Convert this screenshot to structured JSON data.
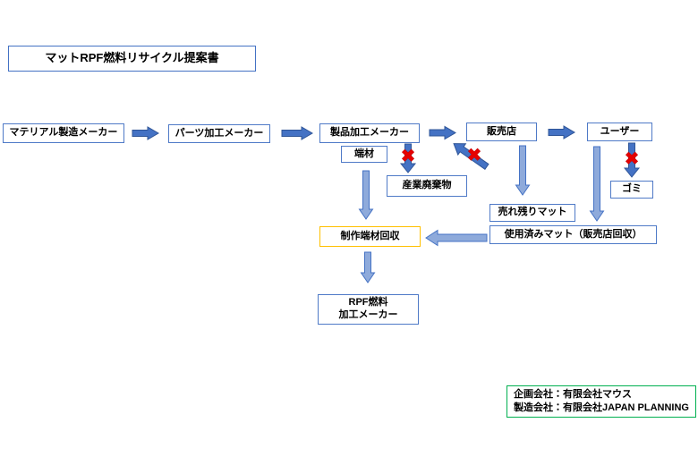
{
  "title": "マットRPF燃料リサイクル提案書",
  "colors": {
    "accent_blue": "#4472C4",
    "accent_blue_dark": "#2F5597",
    "light_arrow": "#8EAADB",
    "box_border": "#4f7ac7",
    "highlight_orange": "#FFC000",
    "footer_green": "#00B050",
    "blocked_red": "#E60000"
  },
  "icons": {
    "blocked_cross": "✖"
  },
  "nodes": {
    "material_maker": "マテリアル製造メーカー",
    "parts_maker": "パーツ加工メーカー",
    "product_maker": "製品加工メーカー",
    "retailer": "販売店",
    "user": "ユーザー",
    "scrap": "端材",
    "industrial_waste": "産業廃棄物",
    "trash": "ゴミ",
    "unsold_mat": "売れ残りマット",
    "used_mat": "使用済みマット（販売店回収）",
    "scrap_collection": "制作端材回収",
    "rpf_maker_line1": "RPF燃料",
    "rpf_maker_line2": "加工メーカー"
  },
  "footer": {
    "planning_company": "企画会社：有限会社マウス",
    "manufacturing_company": "製造会社：有限会社JAPAN PLANNING"
  }
}
